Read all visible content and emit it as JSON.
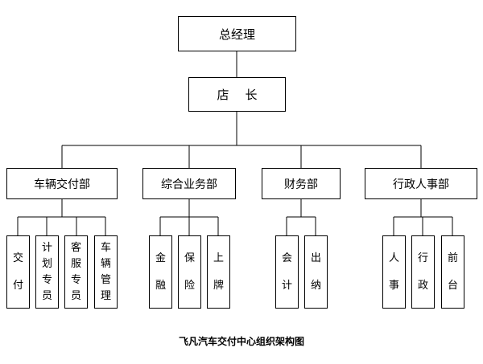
{
  "ceo": "总经理",
  "manager": "店长",
  "departments": [
    {
      "name": "车辆交付部",
      "roles": [
        "交付",
        "计划专员",
        "客服专员",
        "车辆管理"
      ]
    },
    {
      "name": "综合业务部",
      "roles": [
        "金融",
        "保险",
        "上牌"
      ]
    },
    {
      "name": "财务部",
      "roles": [
        "会计",
        "出纳"
      ]
    },
    {
      "name": "行政人事部",
      "roles": [
        "人事",
        "行政",
        "前台"
      ]
    }
  ],
  "caption": "飞凡汽车交付中心组织架构图"
}
